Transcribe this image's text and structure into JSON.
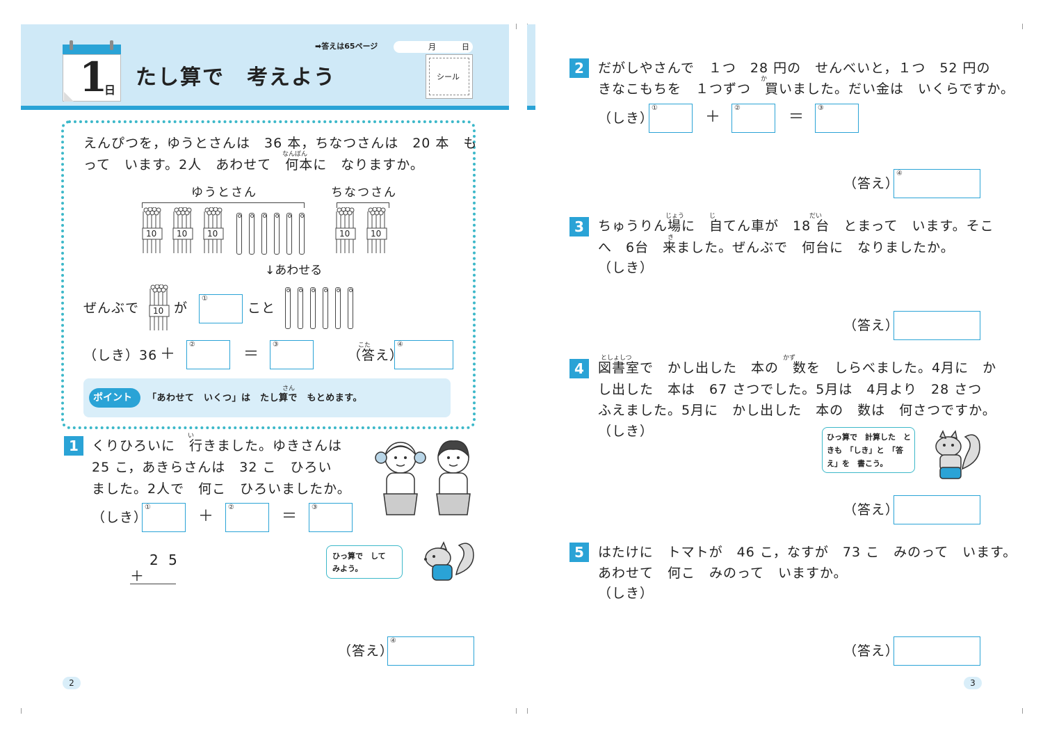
{
  "header": {
    "day_number": "1",
    "day_unit": "日",
    "title": "たし算で　考えよう",
    "answer_ref": "➡答えは65ページ",
    "month": "月",
    "day": "日",
    "sticker": "シール"
  },
  "intro": {
    "line1": "えんぴつを，ゆうとさんは　36 本，ちなつさんは　20 本　も",
    "line2": "って　います。2人　あわせて　何本に　なりますか。",
    "ruby_nanbon": "なんぼん",
    "label_yuto": "ゆうとさん",
    "label_chinatsu": "ちなつさん",
    "bundle_label": "10",
    "merge_label": "↓あわせる",
    "zenbude": "ぜんぶで",
    "ga": "が",
    "koto": "こと",
    "shiki": "（しき）36",
    "plus": "＋",
    "equals": "＝",
    "kotae": "（答え）",
    "ruby_kotae": "こた",
    "point_label": "ポイント",
    "point_text": "「あわせて　いくつ」は　たし算で　もとめます。",
    "ruby_san": "さん"
  },
  "q1": {
    "num": "1",
    "line1": "くりひろいに　行きました。ゆきさんは",
    "ruby_i": "い",
    "line2": "25 こ，あきらさんは　32 こ　ひろい",
    "line3": "ました。2人で　何こ　ひろいましたか。",
    "shiki": "（しき）",
    "plus": "＋",
    "equals": "＝",
    "hissan_top": "2 5",
    "hissan_plus": "＋",
    "bubble": "ひっ算で　して　みよう。",
    "kotae": "（答え）"
  },
  "q2": {
    "num": "2",
    "line1": "だがしやさんで　１つ　28 円の　せんべいと，１つ　52 円の",
    "line2": "きなこもちを　１つずつ　買いました。だい金は　いくらですか。",
    "ruby_ka": "か",
    "shiki": "（しき）",
    "plus": "＋",
    "equals": "＝",
    "kotae": "（答え）"
  },
  "q3": {
    "num": "3",
    "line1": "ちゅうりん場に　自てん車が　18 台　とまって　います。そこ",
    "line2": "へ　6台　来ました。ぜんぶで　何台に　なりましたか。",
    "line3": "（しき）",
    "ruby_jou": "じょう",
    "ruby_ji": "じ",
    "ruby_dai": "だい",
    "ruby_ki": "き",
    "kotae": "（答え）"
  },
  "q4": {
    "num": "4",
    "line1": "図書室で　かし出した　本の　数を　しらべました。4月に　か",
    "line2": "し出した　本は　67 さつでした。5月は　4月より　28 さつ",
    "line3": "ふえました。5月に　かし出した　本の　数は　何さつですか。",
    "line4": "（しき）",
    "ruby_toshoshitsu": "としょしつ",
    "ruby_kazu": "かず",
    "bubble": "ひっ算で　計算した　ときも　「しき」と　「答え」を　書こう。",
    "kotae": "（答え）"
  },
  "q5": {
    "num": "5",
    "line1": "はたけに　トマトが　46 こ，なすが　73 こ　みのって　います。",
    "line2": "あわせて　何こ　みのって　いますか。",
    "line3": "（しき）",
    "kotae": "（答え）"
  },
  "box_labels": {
    "b1": "①",
    "b2": "②",
    "b3": "③",
    "b4": "④"
  },
  "pages": {
    "left": "2",
    "right": "3"
  },
  "colors": {
    "accent": "#2aa3d6",
    "header_bg": "#cfe9f7",
    "point_bg": "#d9eef9"
  }
}
